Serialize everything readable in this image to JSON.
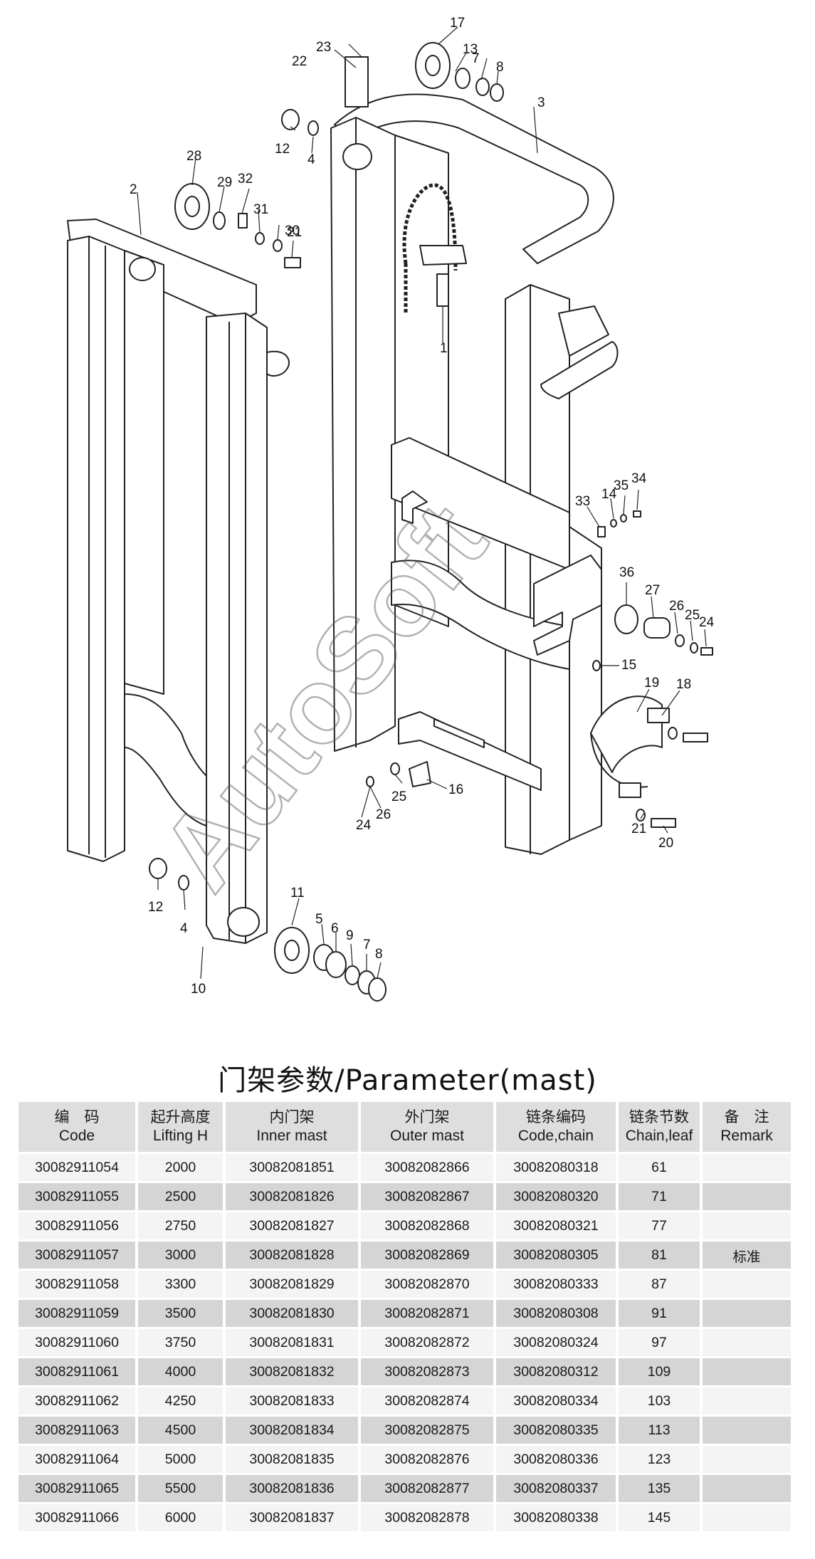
{
  "diagram": {
    "labels": [
      "1",
      "2",
      "3",
      "4",
      "4",
      "5",
      "6",
      "7",
      "7",
      "8",
      "8",
      "9",
      "10",
      "11",
      "12",
      "12",
      "13",
      "14",
      "15",
      "16",
      "17",
      "18",
      "19",
      "20",
      "21",
      "21",
      "22",
      "23",
      "24",
      "24",
      "25",
      "25",
      "26",
      "26",
      "27",
      "28",
      "29",
      "30",
      "31",
      "32",
      "33",
      "34",
      "35",
      "36"
    ],
    "watermark": "AutoSoft"
  },
  "title": "门架参数/Parameter(mast)",
  "table": {
    "headers": [
      {
        "cn": "编　码",
        "en": "Code"
      },
      {
        "cn": "起升高度",
        "en": "Lifting H"
      },
      {
        "cn": "内门架",
        "en": "Inner mast"
      },
      {
        "cn": "外门架",
        "en": "Outer mast"
      },
      {
        "cn": "链条编码",
        "en": "Code,chain"
      },
      {
        "cn": "链条节数",
        "en": "Chain,leaf"
      },
      {
        "cn": "备　注",
        "en": "Remark"
      }
    ],
    "rows": [
      [
        "30082911054",
        "2000",
        "30082081851",
        "30082082866",
        "30082080318",
        "61",
        ""
      ],
      [
        "30082911055",
        "2500",
        "30082081826",
        "30082082867",
        "30082080320",
        "71",
        ""
      ],
      [
        "30082911056",
        "2750",
        "30082081827",
        "30082082868",
        "30082080321",
        "77",
        ""
      ],
      [
        "30082911057",
        "3000",
        "30082081828",
        "30082082869",
        "30082080305",
        "81",
        "标准"
      ],
      [
        "30082911058",
        "3300",
        "30082081829",
        "30082082870",
        "30082080333",
        "87",
        ""
      ],
      [
        "30082911059",
        "3500",
        "30082081830",
        "30082082871",
        "30082080308",
        "91",
        ""
      ],
      [
        "30082911060",
        "3750",
        "30082081831",
        "30082082872",
        "30082080324",
        "97",
        ""
      ],
      [
        "30082911061",
        "4000",
        "30082081832",
        "30082082873",
        "30082080312",
        "109",
        ""
      ],
      [
        "30082911062",
        "4250",
        "30082081833",
        "30082082874",
        "30082080334",
        "103",
        ""
      ],
      [
        "30082911063",
        "4500",
        "30082081834",
        "30082082875",
        "30082080335",
        "113",
        ""
      ],
      [
        "30082911064",
        "5000",
        "30082081835",
        "30082082876",
        "30082080336",
        "123",
        ""
      ],
      [
        "30082911065",
        "5500",
        "30082081836",
        "30082082877",
        "30082080337",
        "135",
        ""
      ],
      [
        "30082911066",
        "6000",
        "30082081837",
        "30082082878",
        "30082080338",
        "145",
        ""
      ]
    ]
  }
}
